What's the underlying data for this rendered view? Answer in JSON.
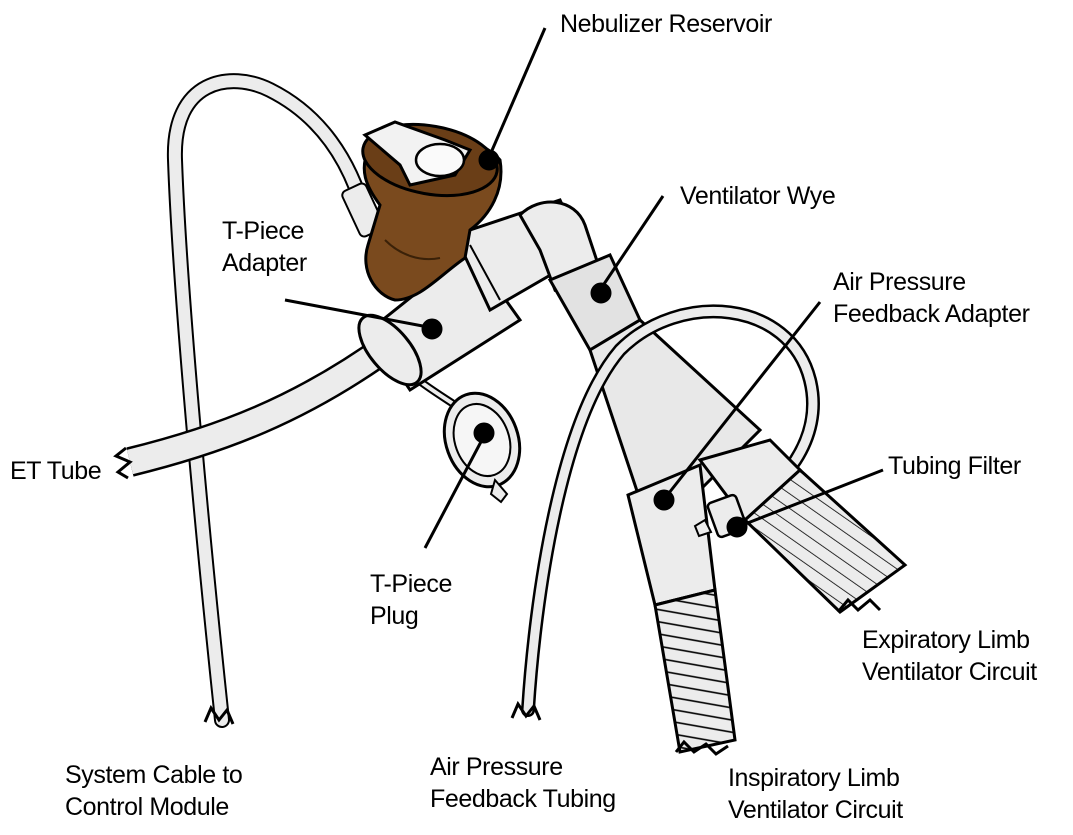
{
  "labels": {
    "nebulizer_reservoir": "Nebulizer Reservoir",
    "ventilator_wye": "Ventilator Wye",
    "t_piece_adapter": [
      "T-Piece",
      "Adapter"
    ],
    "air_pressure_feedback_adapter": [
      "Air Pressure",
      "Feedback Adapter"
    ],
    "et_tube": "ET Tube",
    "tubing_filter": "Tubing Filter",
    "t_piece_plug": [
      "T-Piece",
      "Plug"
    ],
    "expiratory_limb": [
      "Expiratory Limb",
      "Ventilator Circuit"
    ],
    "system_cable": [
      "System Cable to",
      "Control Module"
    ],
    "air_pressure_feedback_tubing": [
      "Air Pressure",
      "Feedback Tubing"
    ],
    "inspiratory_limb": [
      "Inspiratory Limb",
      "Ventilator Circuit"
    ]
  },
  "colors": {
    "nebulizer": "#7a4a1e",
    "nebulizer_dark": "#5a3514",
    "tube_fill": "#ececec",
    "outline": "#000000"
  }
}
